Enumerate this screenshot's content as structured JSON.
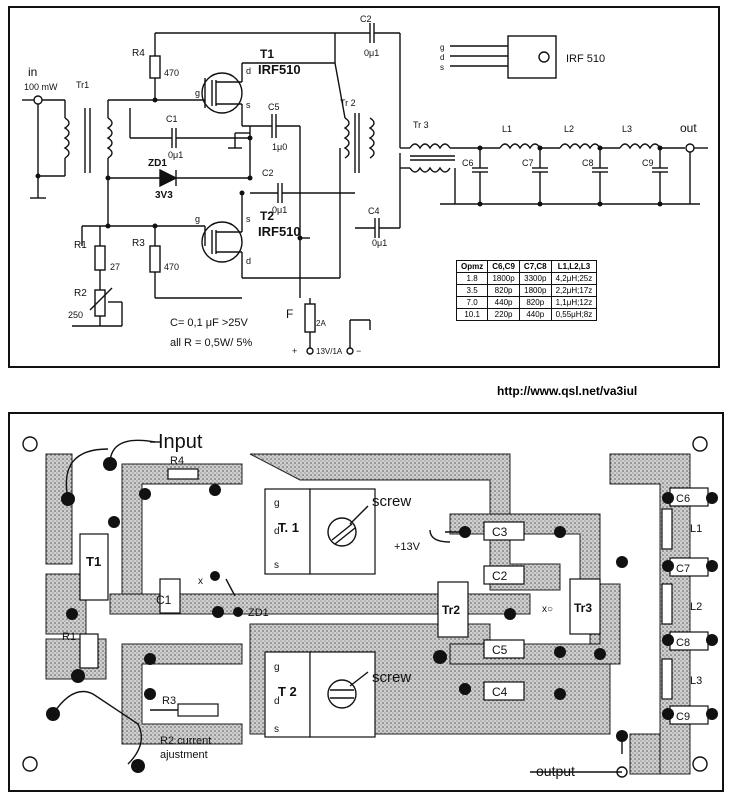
{
  "url": "http://www.qsl.net/va3iul",
  "schematic": {
    "labels": {
      "in": "in",
      "in_power": "100 mW",
      "tr1": "Tr1",
      "r4": "R4",
      "r4_val": "470",
      "t1": "T1",
      "t1_part": "IRF510",
      "c1": "C1",
      "c1_val": "0μ1",
      "zd1": "ZD1",
      "zd1_val": "3V3",
      "c5": "C5",
      "c5_val": "1μ0",
      "c2_top": "C2",
      "c2_top_val": "0μ1",
      "c2_mid": "C2",
      "c2_mid_val": "0μ1",
      "tr2": "Tr 2",
      "tr3": "Tr 3",
      "c4": "C4",
      "c4_val": "0μ1",
      "t2": "T2",
      "t2_part": "IRF510",
      "r1": "R1",
      "r1_val": "27",
      "r2": "R2",
      "r2_val": "250",
      "r3": "R3",
      "r3_val": "470",
      "l1": "L1",
      "l2": "L2",
      "l3": "L3",
      "c6": "C6",
      "c7": "C7",
      "c8": "C8",
      "c9": "C9",
      "out": "out",
      "fuse": "F",
      "fuse_val": "2A",
      "supply": "13V/1A",
      "plus": "+",
      "minus": "−",
      "note1": "C= 0,1 μF >25V",
      "note2": "all  R = 0,5W/ 5%",
      "pkg_g": "g",
      "pkg_d": "d",
      "pkg_s": "s",
      "pkg_part": "IRF 510",
      "g": "g",
      "d": "d",
      "s": "s"
    },
    "table": {
      "headers": [
        "Opmz",
        "C6,C9",
        "C7,C8",
        "L1,L2,L3"
      ],
      "rows": [
        [
          "1.8",
          "1800p",
          "3300p",
          "4,2μH;25z"
        ],
        [
          "3.5",
          "820p",
          "1800p",
          "2,2μH;17z"
        ],
        [
          "7.0",
          "440p",
          "820p",
          "1,1μH;12z"
        ],
        [
          "10.1",
          "220p",
          "440p",
          "0,55μH;8z"
        ]
      ]
    }
  },
  "pcb": {
    "labels": {
      "input": "Input",
      "output": "output",
      "r4": "R4",
      "t1_tr": "T1",
      "t1_fet": "T. 1",
      "t2_fet": "T 2",
      "screw1": "screw",
      "screw2": "screw",
      "c1": "C1",
      "zd1": "ZD1",
      "r1": "R1",
      "r3": "R3",
      "r2": "R2 current",
      "r2b": "ajustment",
      "v13": "+13V",
      "c3": "C3",
      "c2": "C2",
      "c5": "C5",
      "c4": "C4",
      "tr2": "Tr2",
      "tr3": "Tr3",
      "c6": "C6",
      "c7": "C7",
      "c8": "C8",
      "c9": "C9",
      "l1": "L1",
      "l2": "L2",
      "l3": "L3",
      "g": "g",
      "d": "d",
      "s": "s",
      "x": "x",
      "xo": "x○"
    }
  }
}
